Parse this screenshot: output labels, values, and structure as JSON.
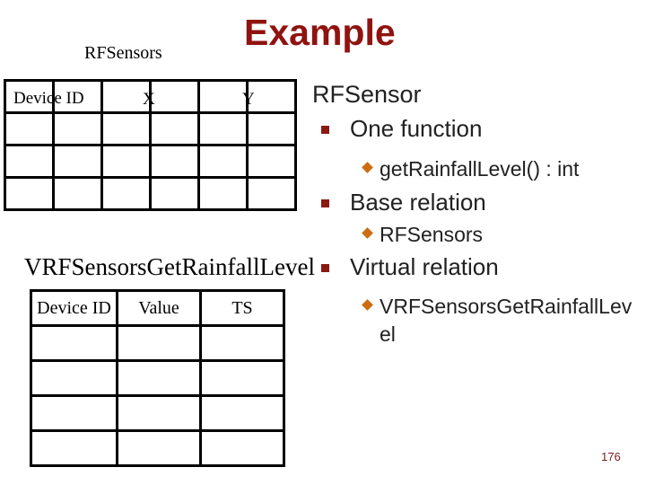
{
  "slide": {
    "title": "Example",
    "page_number": "176"
  },
  "tables": {
    "rfsensors": {
      "label": "RFSensors",
      "headers": [
        "Device ID",
        "X",
        "Y"
      ],
      "columns": 6,
      "empty_data_rows": 3
    },
    "vrf": {
      "label": "VRFSensorsGetRainfallLevel",
      "headers": [
        "Device ID",
        "Value",
        "TS"
      ],
      "columns": 3,
      "empty_data_rows": 4
    }
  },
  "outline": {
    "heading": "RFSensor",
    "items": [
      {
        "level": 1,
        "text": "One function"
      },
      {
        "level": 2,
        "text": "getRainfallLevel() : int"
      },
      {
        "level": 1,
        "text": "Base relation"
      },
      {
        "level": 2,
        "text": "RFSensors"
      },
      {
        "level": 1,
        "text": "Virtual relation"
      },
      {
        "level": 2,
        "text": "VRFSensorsGetRainfallLevel"
      }
    ]
  },
  "colors": {
    "title_red": "#8F1310",
    "bullet_square_red": "#8B1A13",
    "bullet_diamond_orange": "#CE6C10",
    "page_number_maroon": "#7E2020",
    "body_text": "#212121",
    "table_border": "#000000",
    "background": "#FFFFFF"
  }
}
